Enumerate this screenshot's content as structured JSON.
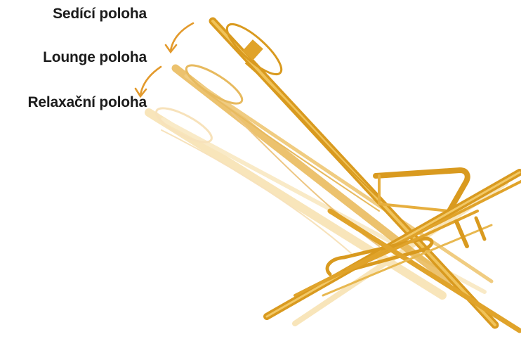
{
  "labels": {
    "sitting": "Sedící poloha",
    "lounge": "Lounge poloha",
    "relax": "Relaxační poloha"
  },
  "colors": {
    "frame": "#e0a32a",
    "frame_dark": "#b97d10",
    "frame_light": "#f2cf7a",
    "arrow": "#e39a2c",
    "text": "#1b1b1b"
  },
  "icons": [
    "curved-arrow-icon",
    "curved-arrow-icon"
  ]
}
